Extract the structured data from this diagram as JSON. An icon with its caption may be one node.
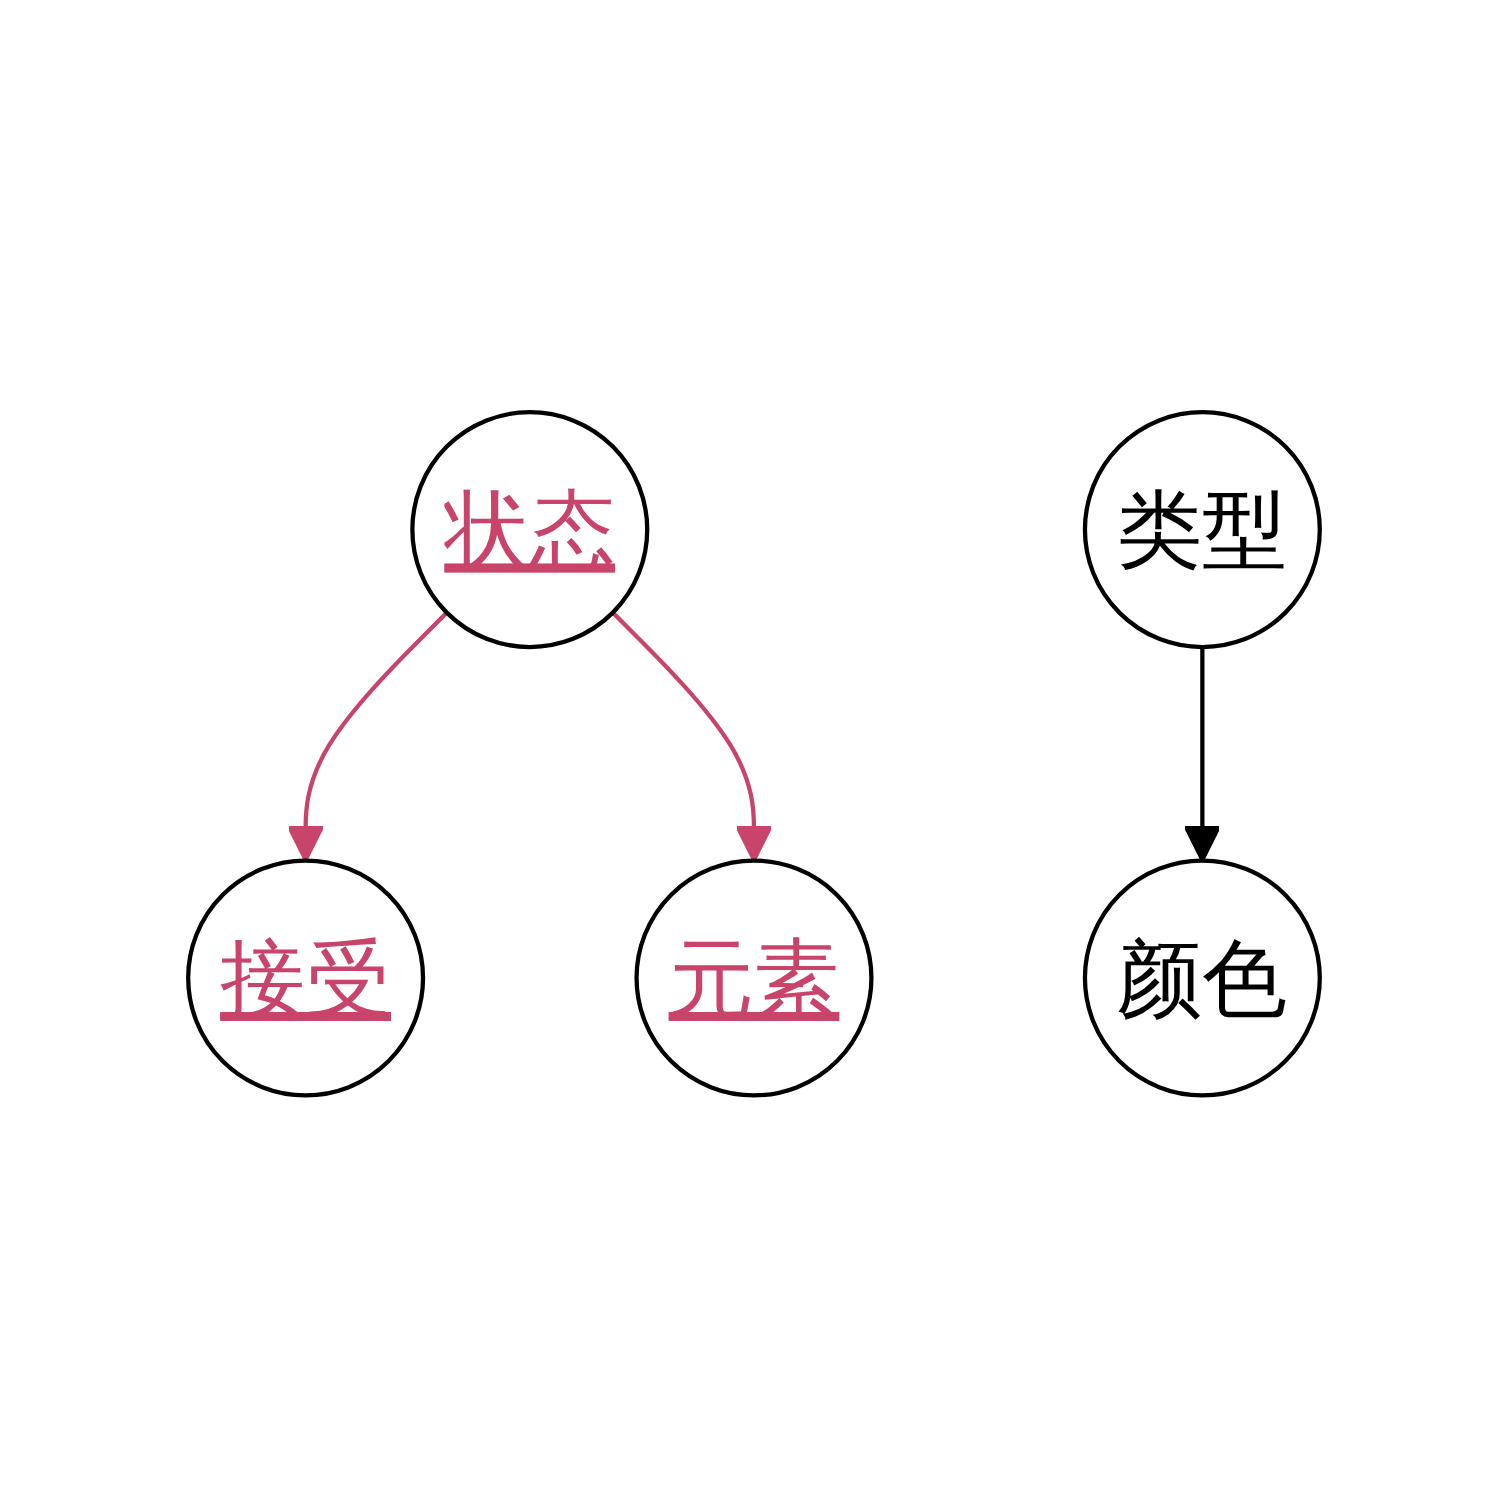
{
  "diagram": {
    "nodes": [
      {
        "text": [
          "接受"
        ]
      },
      {
        "text": [
          "状态"
        ]
      },
      {
        "text": [
          "颜色"
        ]
      },
      {
        "text": [
          "元素"
        ]
      },
      {
        "text": [
          "类型"
        ]
      }
    ],
    "edges": [
      {
        "from": 1,
        "to": 0,
        "arrow": "to"
      },
      {
        "from": 1,
        "to": 3,
        "arrow": "to"
      },
      {
        "from": 4,
        "to": 2,
        "arrow": "to",
        "color": "#000000"
      }
    ]
  }
}
